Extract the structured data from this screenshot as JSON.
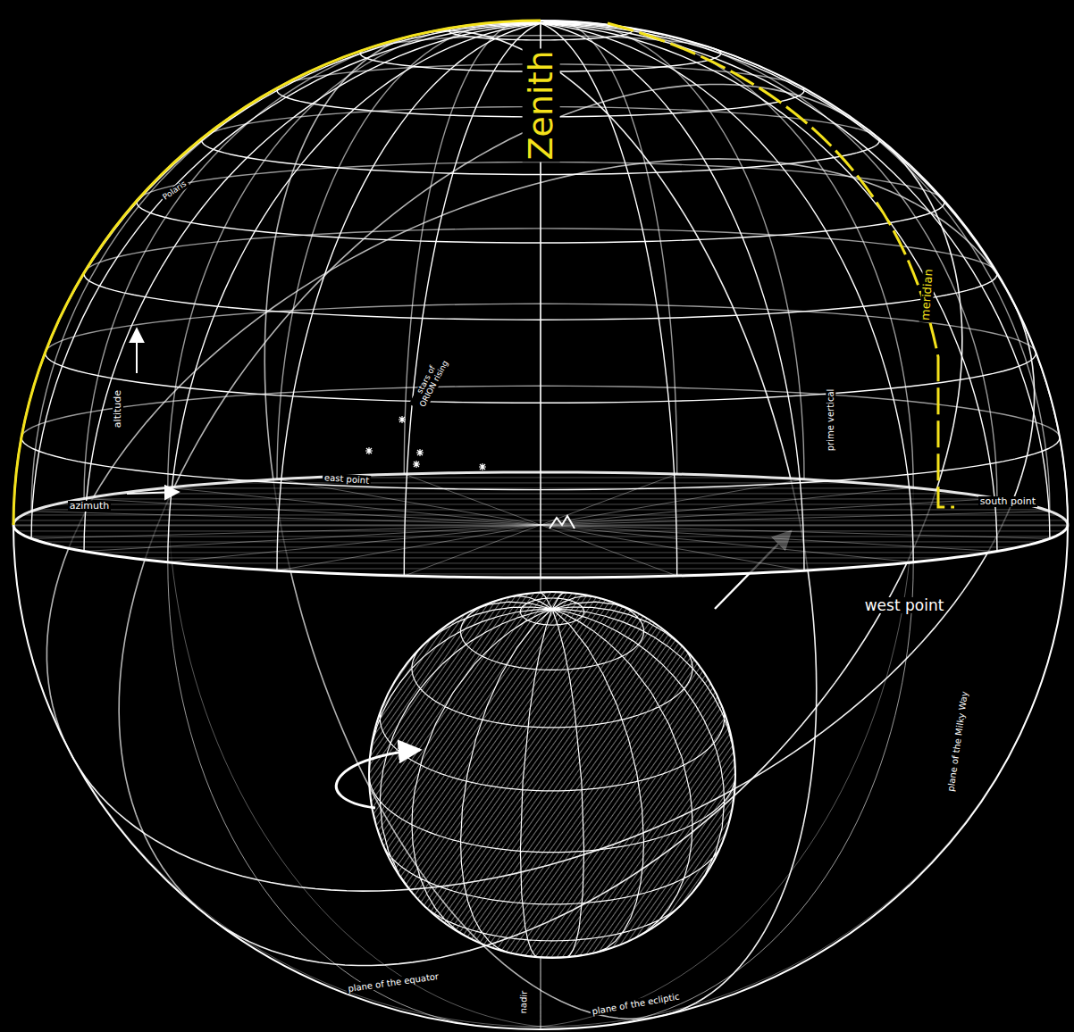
{
  "diagram": {
    "labels": [
      "Zenith",
      "Polaris",
      "altitude",
      "azimuth",
      "stars of ORION rising",
      "east point",
      "prime vertical",
      "meridian",
      "south point",
      "west point",
      "plane of the Milky Way",
      "plane of the equator",
      "nadir",
      "plane of the ecliptic"
    ]
  }
}
